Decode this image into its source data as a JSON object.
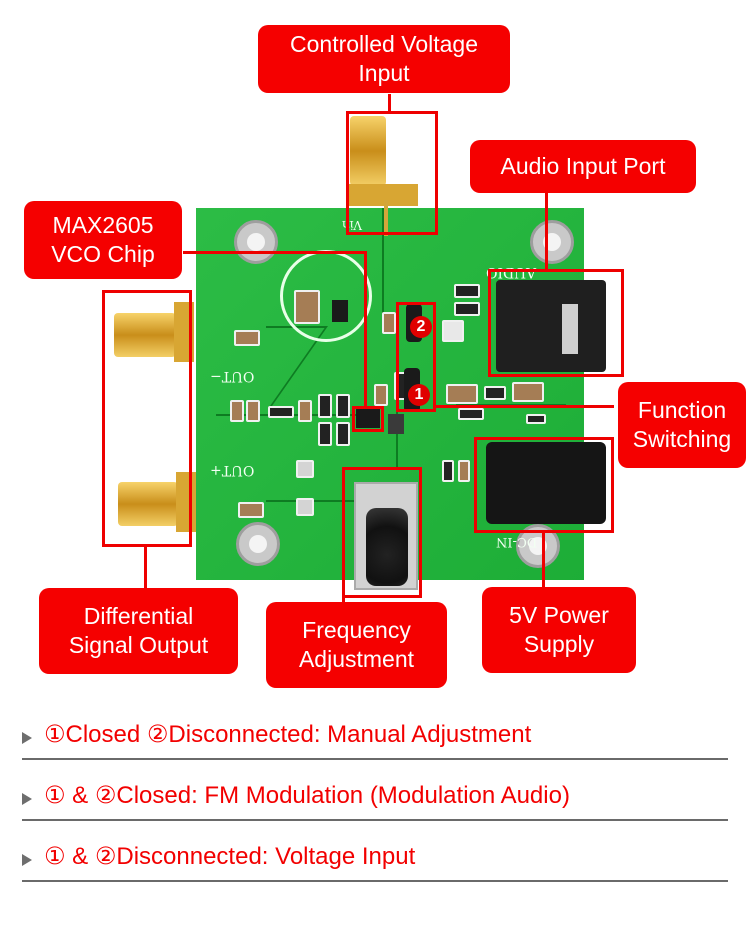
{
  "labels": {
    "controlled_voltage_input": "Controlled Voltage\nInput",
    "audio_input_port": "Audio Input Port",
    "vco_chip": "MAX2605\nVCO Chip",
    "function_switching": "Function\nSwitching",
    "differential_signal_output": "Differential\nSignal Output",
    "frequency_adjustment": "Frequency\nAdjustment",
    "power_supply": "5V Power\nSupply"
  },
  "board": {
    "silkscreen": {
      "vin": "Vin",
      "out_minus": "OUT−",
      "out_plus": "OUT+",
      "audio": "AUDIO",
      "dc_in": "DC-IN"
    },
    "jumpers": [
      {
        "id": "2",
        "label": "2"
      },
      {
        "id": "1",
        "label": "1"
      }
    ]
  },
  "notes": [
    {
      "text": "①Closed ②Disconnected: Manual Adjustment"
    },
    {
      "text": "① & ②Closed: FM Modulation (Modulation Audio)"
    },
    {
      "text": "① & ②Disconnected: Voltage Input"
    }
  ],
  "colors": {
    "accent_red": "#f50000",
    "pcb_green": "#1fb83a",
    "note_text": "#f20000"
  }
}
